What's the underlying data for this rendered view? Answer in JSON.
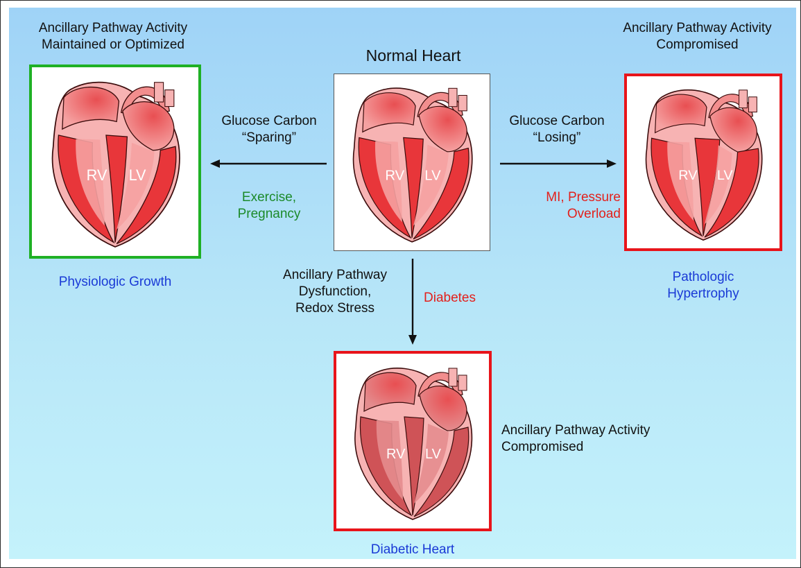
{
  "normal": {
    "title": "Normal Heart",
    "rv": "RV",
    "lv": "LV"
  },
  "left": {
    "header_line1": "Ancillary Pathway Activity",
    "header_line2": "Maintained or Optimized",
    "outcome": "Physiologic Growth",
    "frame_color": "#1fb025",
    "rv": "RV",
    "lv": "LV"
  },
  "right": {
    "header_line1": "Ancillary Pathway Activity",
    "header_line2": "Compromised",
    "outcome_line1": "Pathologic",
    "outcome_line2": "Hypertrophy",
    "frame_color": "#e8141a",
    "rv": "RV",
    "lv": "LV"
  },
  "bottom": {
    "side_line1": "Ancillary Pathway Activity",
    "side_line2": "Compromised",
    "outcome": "Diabetic Heart",
    "frame_color": "#e8141a",
    "rv": "RV",
    "lv": "LV"
  },
  "arrows": {
    "left_line1": "Glucose Carbon",
    "left_line2": "“Sparing”",
    "left_trigger_line1": "Exercise,",
    "left_trigger_line2": "Pregnancy",
    "right_line1": "Glucose Carbon",
    "right_line2": "“Losing”",
    "right_trigger_line1": "MI, Pressure",
    "right_trigger_line2": "Overload",
    "down_line1": "Ancillary Pathway",
    "down_line2": "Dysfunction,",
    "down_line3": "Redox Stress",
    "down_trigger": "Diabetes"
  },
  "colors": {
    "background_top": "#9fd3f7",
    "background_bottom": "#c4f2fb",
    "healthy": "#1c8a2a",
    "disease": "#e3201c",
    "outcome": "#1a3ad6",
    "heart_wall": "#e8363a",
    "diabetic_wall": "#cf5357"
  }
}
